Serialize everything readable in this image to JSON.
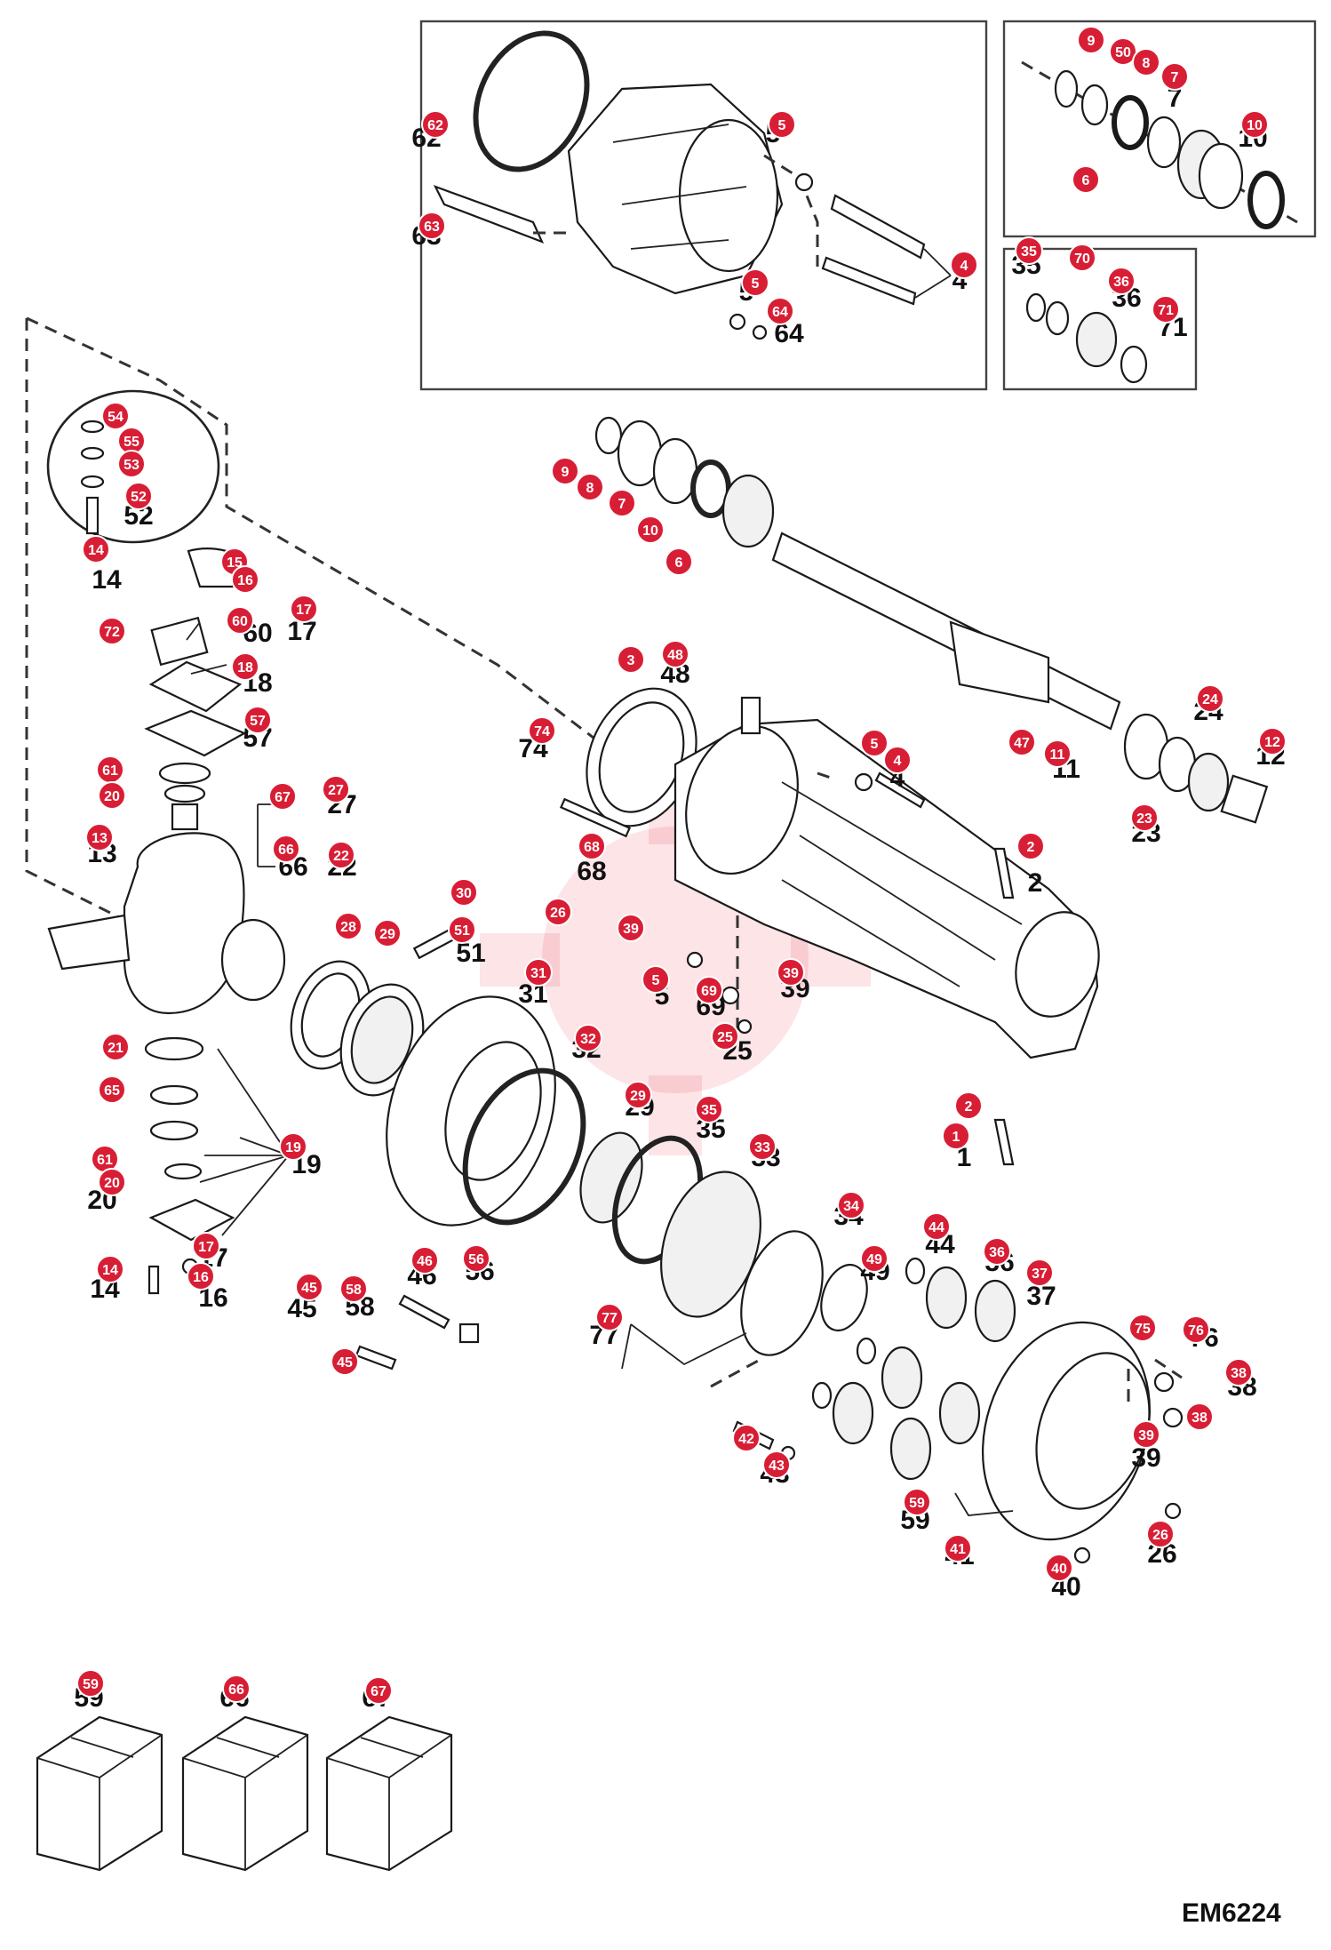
{
  "diagram": {
    "code": "EM6224",
    "accent_color": "#d81e35",
    "callouts": [
      "1",
      "2",
      "3",
      "4",
      "5",
      "6",
      "7",
      "8",
      "9",
      "10",
      "11",
      "12",
      "13",
      "14",
      "15",
      "16",
      "17",
      "18",
      "19",
      "20",
      "21",
      "22",
      "23",
      "24",
      "25",
      "26",
      "27",
      "28",
      "29",
      "30",
      "31",
      "32",
      "33",
      "34",
      "35",
      "36",
      "37",
      "38",
      "39",
      "40",
      "41",
      "42",
      "43",
      "44",
      "45",
      "46",
      "47",
      "48",
      "49",
      "50",
      "51",
      "52",
      "53",
      "54",
      "55",
      "56",
      "57",
      "58",
      "59",
      "60",
      "61",
      "62",
      "63",
      "64",
      "65",
      "66",
      "67",
      "68",
      "69",
      "70",
      "71",
      "72",
      "74",
      "75",
      "76",
      "77"
    ],
    "kit_labels": [
      "59",
      "66",
      "67"
    ],
    "watermark_icon": "gear-watermark-icon"
  }
}
